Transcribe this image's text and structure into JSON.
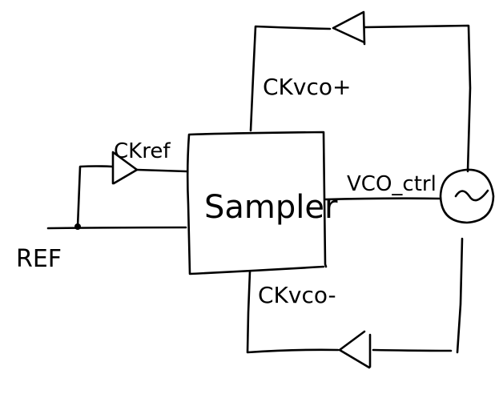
{
  "diagram": {
    "type": "circuit-block-diagram",
    "style": "hand-drawn",
    "colors": {
      "ink": "#000000",
      "background": "#ffffff"
    },
    "blocks": {
      "sampler": {
        "label": "Sampler"
      },
      "vco": {
        "label": "",
        "symbol": "sine-source"
      }
    },
    "labels": {
      "ref": "REF",
      "ckref": "CKref",
      "ckvco_plus": "CKvco+",
      "ckvco_minus": "CKvco-",
      "vco_ctrl": "VCO_ctrl"
    },
    "buffers": [
      {
        "name": "ref-buffer",
        "direction": "right"
      },
      {
        "name": "ckvco-plus-buffer",
        "direction": "left"
      },
      {
        "name": "ckvco-minus-buffer",
        "direction": "left"
      }
    ],
    "connections": [
      {
        "from": "REF",
        "to": "Sampler"
      },
      {
        "from": "REF",
        "to": "ref-buffer",
        "via": "junction-dot"
      },
      {
        "from": "ref-buffer",
        "to": "Sampler",
        "signal": "CKref"
      },
      {
        "from": "VCO",
        "to": "ckvco-plus-buffer"
      },
      {
        "from": "ckvco-plus-buffer",
        "to": "Sampler",
        "signal": "CKvco+"
      },
      {
        "from": "VCO",
        "to": "ckvco-minus-buffer"
      },
      {
        "from": "ckvco-minus-buffer",
        "to": "Sampler",
        "signal": "CKvco-"
      },
      {
        "from": "Sampler",
        "to": "VCO",
        "signal": "VCO_ctrl"
      }
    ]
  }
}
